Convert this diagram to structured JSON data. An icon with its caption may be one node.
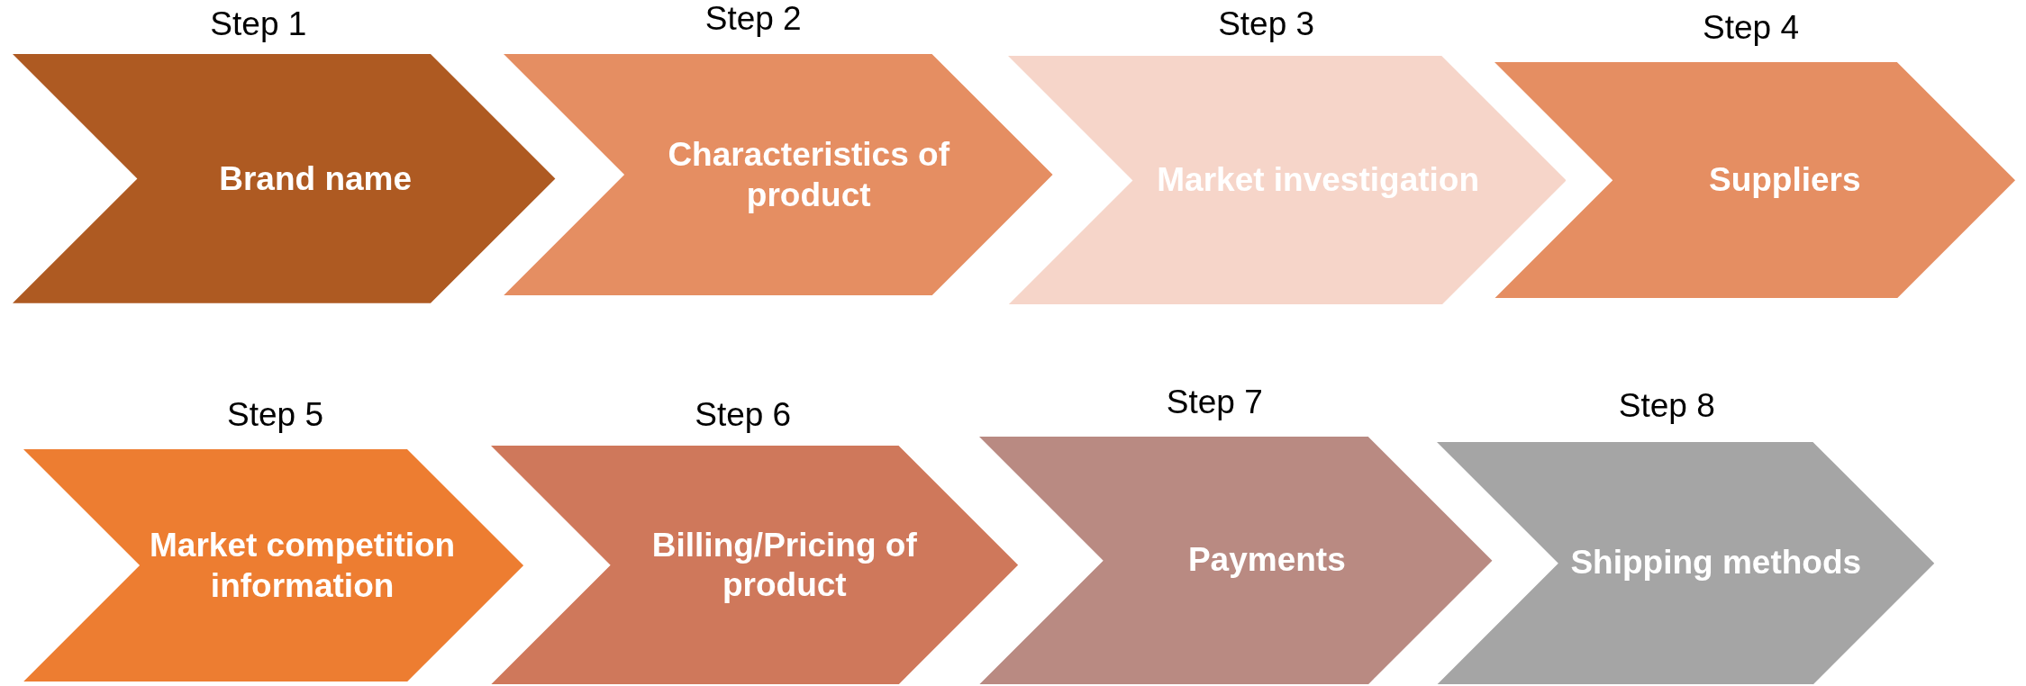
{
  "diagram": {
    "nodes": [
      {
        "text": [
          "Brand name"
        ],
        "beside": [
          "Step 1"
        ]
      },
      {
        "text": [
          "Characteristics of product"
        ],
        "beside": [
          "Step 2"
        ]
      },
      {
        "text": [
          "Market investigation"
        ],
        "beside": [
          "Step 3"
        ]
      },
      {
        "text": [
          "Suppliers"
        ],
        "beside": [
          "Step 4"
        ]
      },
      {
        "text": [
          "Market competition information"
        ],
        "beside": [
          "Step 5"
        ]
      },
      {
        "text": [
          "Billing/Pricing of product"
        ],
        "beside": [
          "Step 6"
        ]
      },
      {
        "text": [
          "Payments"
        ],
        "beside": [
          "Step 7"
        ]
      },
      {
        "text": [
          "Shipping methods"
        ],
        "beside": [
          "Step 8"
        ]
      }
    ]
  }
}
